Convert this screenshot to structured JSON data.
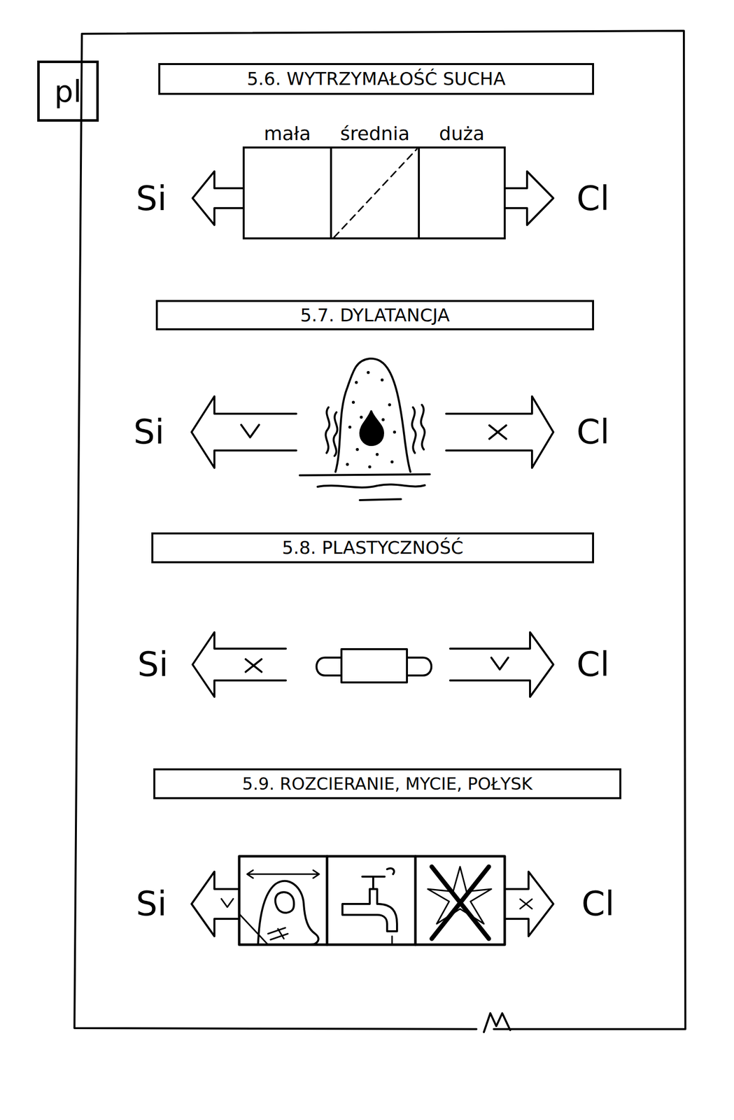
{
  "diagram": {
    "nodes": [
      {
        "text": [
          "pl"
        ]
      },
      {
        "text": [
          "5.6. WYTRZYMAŁOŚĆ SUCHA"
        ]
      },
      {
        "text": [
          "mała"
        ]
      },
      {
        "text": [
          "średnia"
        ]
      },
      {
        "text": [
          "duża"
        ]
      },
      {
        "text": [
          "5.7. DYLATANCJA"
        ]
      },
      {
        "text": [
          "5.8. PLASTYCZNOŚĆ"
        ]
      },
      {
        "text": [
          "5.9. ROZCIERANIE, MYCIE, POŁYSK"
        ]
      }
    ],
    "labels": [
      "Si",
      "Cl",
      "Si",
      "Cl",
      "Si",
      "Cl",
      "Si",
      "Cl"
    ]
  }
}
